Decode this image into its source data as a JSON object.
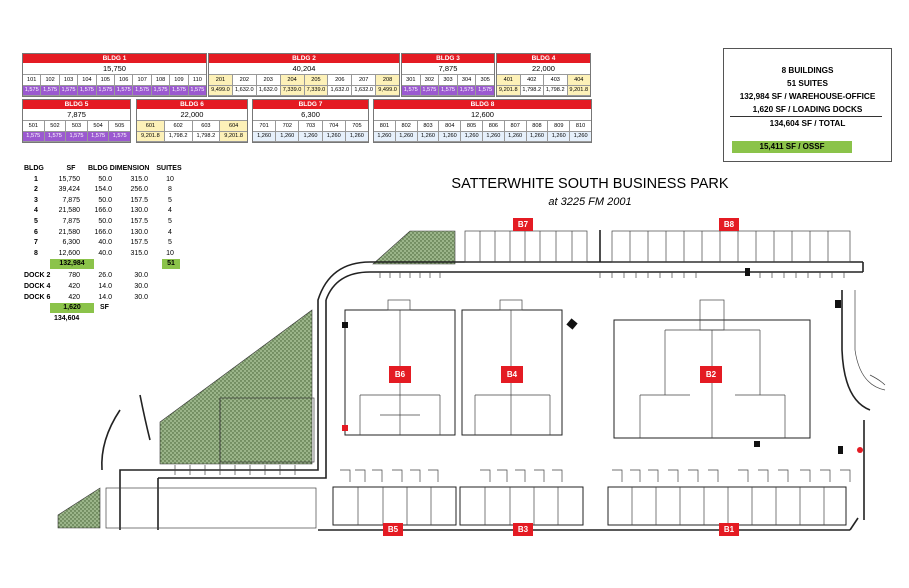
{
  "buildings_top": [
    {
      "id": "bldg1",
      "name": "BLDG 1",
      "total": "15,750",
      "units": [
        "101",
        "102",
        "103",
        "104",
        "105",
        "106",
        "107",
        "108",
        "109",
        "110"
      ],
      "sf": [
        "1,575",
        "1,575",
        "1,575",
        "1,575",
        "1,575",
        "1,575",
        "1,575",
        "1,575",
        "1,575",
        "1,575"
      ]
    },
    {
      "id": "bldg2",
      "name": "BLDG 2",
      "total": "40,204",
      "units": [
        "201",
        "202",
        "203",
        "204",
        "205",
        "206",
        "207",
        "208"
      ],
      "sf": [
        "9,499.0",
        "1,632.0",
        "1,632.0",
        "7,339.0",
        "7,339.0",
        "1,632.0",
        "1,632.0",
        "9,499.0"
      ]
    },
    {
      "id": "bldg3",
      "name": "BLDG 3",
      "total": "7,875",
      "units": [
        "301",
        "302",
        "303",
        "304",
        "305"
      ],
      "sf": [
        "1,575",
        "1,575",
        "1,575",
        "1,575",
        "1,575"
      ]
    },
    {
      "id": "bldg4",
      "name": "BLDG 4",
      "total": "22,000",
      "units": [
        "401",
        "402",
        "403",
        "404"
      ],
      "sf": [
        "9,201.8",
        "1,798.2",
        "1,798.2",
        "9,201.8"
      ]
    },
    {
      "id": "bldg5",
      "name": "BLDG 5",
      "total": "7,875",
      "units": [
        "501",
        "502",
        "503",
        "504",
        "505"
      ],
      "sf": [
        "1,575",
        "1,575",
        "1,575",
        "1,575",
        "1,575"
      ]
    },
    {
      "id": "bldg6",
      "name": "BLDG 6",
      "total": "22,000",
      "units": [
        "601",
        "602",
        "603",
        "604"
      ],
      "sf": [
        "9,201.8",
        "1,798.2",
        "1,798.2",
        "9,201.8"
      ]
    },
    {
      "id": "bldg7",
      "name": "BLDG 7",
      "total": "6,300",
      "units": [
        "701",
        "702",
        "703",
        "704",
        "705"
      ],
      "sf": [
        "1,260",
        "1,260",
        "1,260",
        "1,260",
        "1,260"
      ]
    },
    {
      "id": "bldg8",
      "name": "BLDG 8",
      "total": "12,600",
      "units": [
        "801",
        "802",
        "803",
        "804",
        "805",
        "806",
        "807",
        "808",
        "809",
        "810"
      ],
      "sf": [
        "1,260",
        "1,260",
        "1,260",
        "1,260",
        "1,260",
        "1,260",
        "1,260",
        "1,260",
        "1,260",
        "1,260"
      ]
    }
  ],
  "summary": {
    "buildings_num": "8",
    "buildings_lbl": "BUILDINGS",
    "suites_num": "51",
    "suites_lbl": "SUITES",
    "wo_num": "132,984",
    "wo_lbl": "SF / WAREHOUSE-OFFICE",
    "dock_num": "1,620",
    "dock_lbl": "SF / LOADING DOCKS",
    "total_num": "134,604",
    "total_lbl": "SF / TOTAL",
    "ossf": "15,411 SF / OSSF"
  },
  "table": {
    "headers": [
      "BLDG",
      "SF",
      "BLDG DIMENSION",
      "SUITES"
    ],
    "rows": [
      [
        "1",
        "15,750",
        "50.0",
        "315.0",
        "10"
      ],
      [
        "2",
        "39,424",
        "154.0",
        "256.0",
        "8"
      ],
      [
        "3",
        "7,875",
        "50.0",
        "157.5",
        "5"
      ],
      [
        "4",
        "21,580",
        "166.0",
        "130.0",
        "4"
      ],
      [
        "5",
        "7,875",
        "50.0",
        "157.5",
        "5"
      ],
      [
        "6",
        "21,580",
        "166.0",
        "130.0",
        "4"
      ],
      [
        "7",
        "6,300",
        "40.0",
        "157.5",
        "5"
      ],
      [
        "8",
        "12,600",
        "40.0",
        "315.0",
        "10"
      ]
    ],
    "bldg_total": "132,984",
    "suites_total": "51",
    "docks": [
      [
        "DOCK 2",
        "780",
        "26.0",
        "30.0"
      ],
      [
        "DOCK 4",
        "420",
        "14.0",
        "30.0"
      ],
      [
        "DOCK 6",
        "420",
        "14.0",
        "30.0"
      ]
    ],
    "dock_total": "1,620",
    "sf_lbl": "SF",
    "grand_total": "134,604"
  },
  "title": "SATTERWHITE SOUTH BUSINESS PARK",
  "subtitle": "at 3225 FM 2001",
  "plan_labels": {
    "b1": "B1",
    "b2": "B2",
    "b3": "B3",
    "b4": "B4",
    "b5": "B5",
    "b6": "B6",
    "b7": "B7",
    "b8": "B8"
  }
}
